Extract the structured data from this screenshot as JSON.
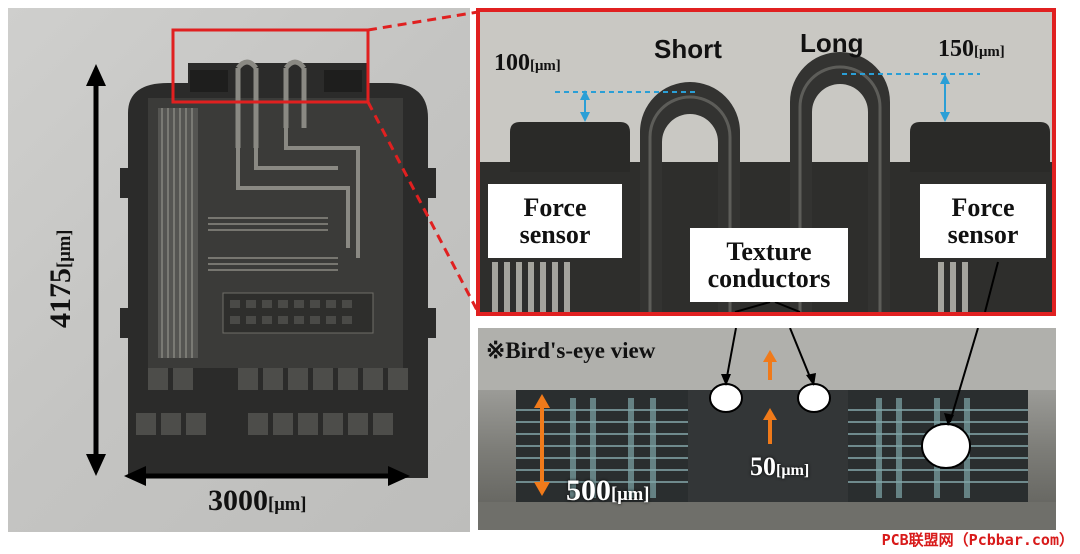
{
  "labels": {
    "height_dim": "4175",
    "width_dim": "3000",
    "short": "Short",
    "long": "Long",
    "gap_left": "100",
    "gap_right": "150",
    "force_sensor_left": "Force\nsensor",
    "force_sensor_right": "Force\nsensor",
    "texture_conductors": "Texture\nconductors",
    "birds_eye": "※Bird's-eye view",
    "thickness": "500",
    "spacing": "50",
    "unit": "[μm]"
  },
  "watermark": "PCB联盟网（Pcbbar.com）",
  "colors": {
    "highlight_red": "#e02020",
    "dim_blue": "#2a9fd6",
    "dim_orange": "#f07a1a"
  }
}
